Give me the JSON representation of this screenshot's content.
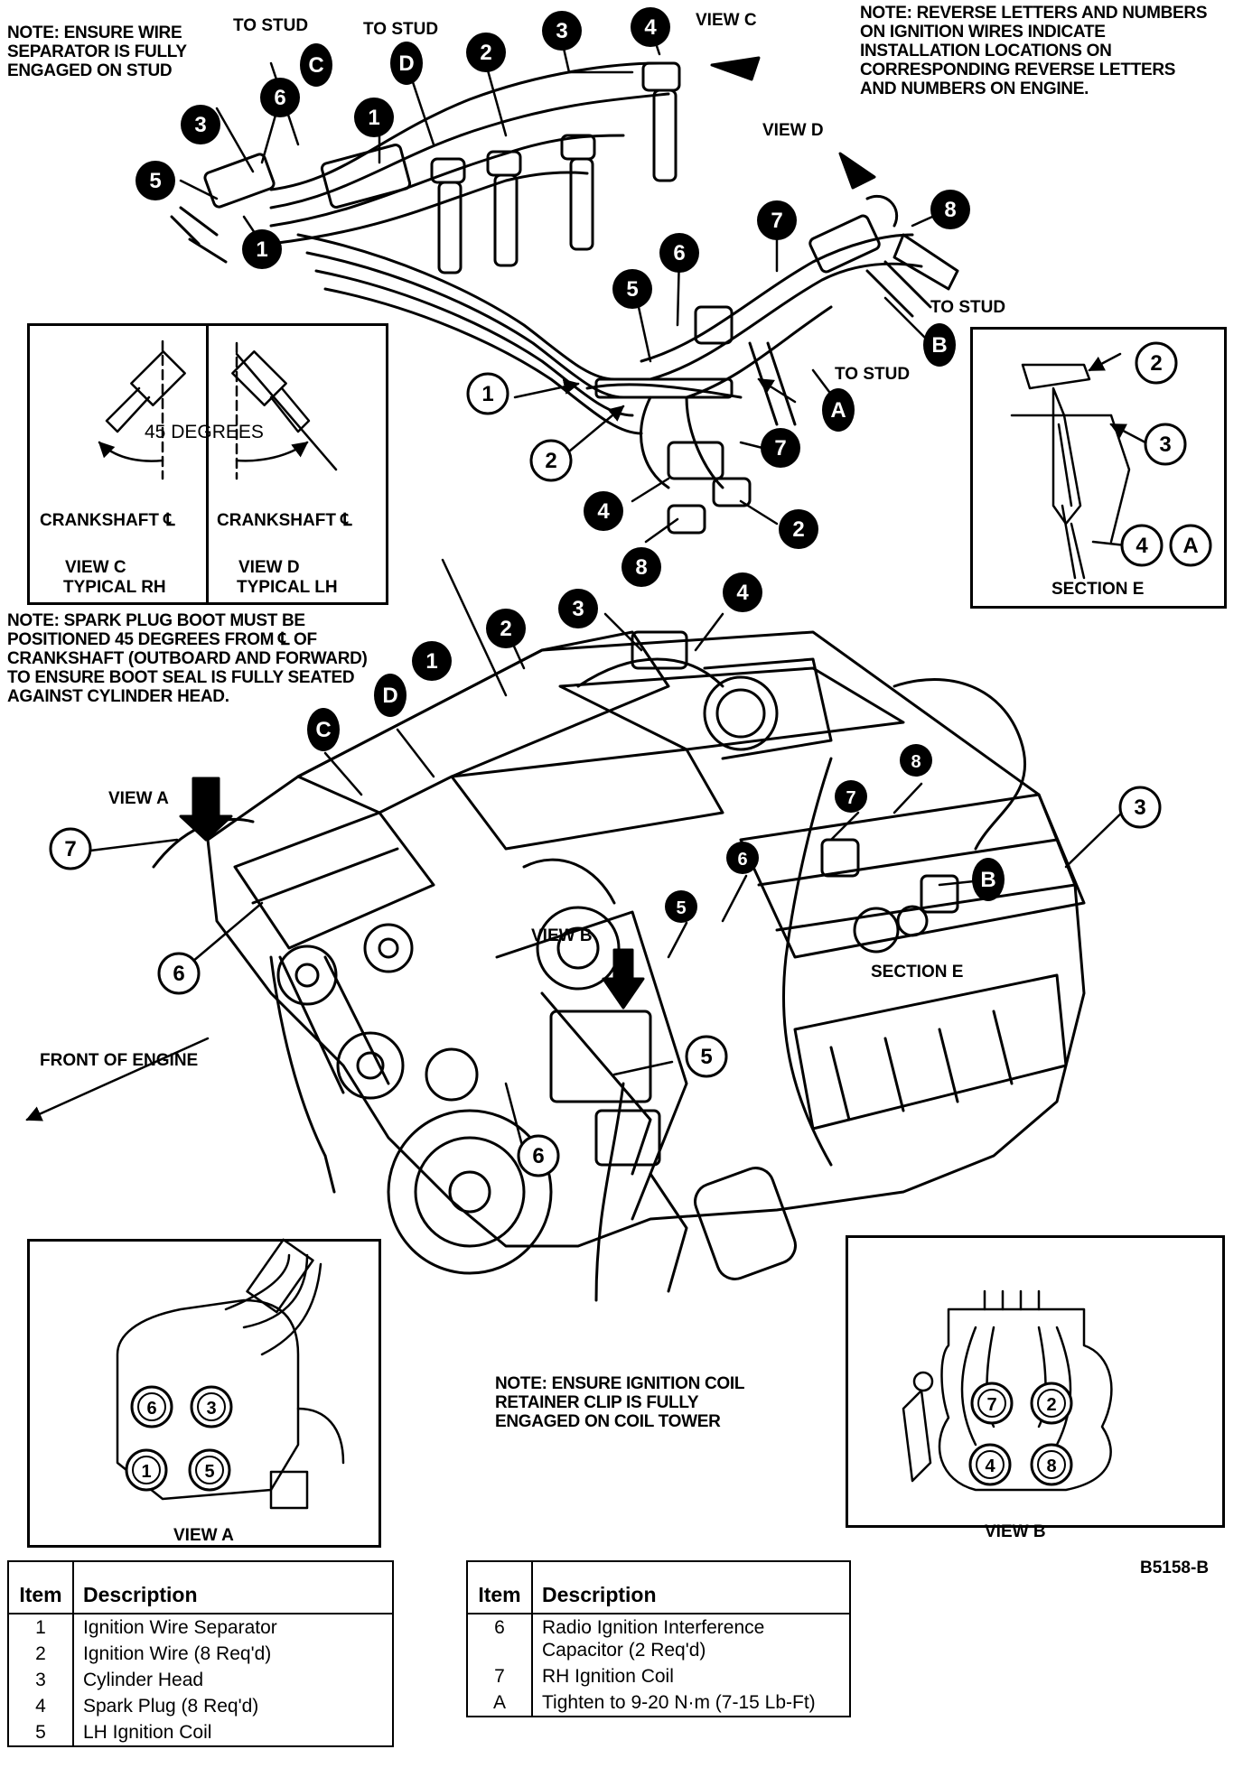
{
  "notes": {
    "wire_separator": "NOTE: ENSURE WIRE SEPARATOR IS FULLY ENGAGED ON STUD",
    "reverse_letters": "NOTE: REVERSE LETTERS AND NUMBERS ON IGNITION WIRES INDICATE INSTALLATION LOCATIONS ON CORRESPONDING REVERSE LETTERS AND NUMBERS ON ENGINE.",
    "spark_plug_boot": "NOTE: SPARK PLUG BOOT MUST BE POSITIONED 45 DEGREES FROM ℄ OF CRANKSHAFT (OUTBOARD AND FORWARD) TO ENSURE BOOT SEAL IS FULLY SEATED AGAINST CYLINDER HEAD.",
    "coil_retainer": "NOTE: ENSURE IGNITION COIL RETAINER CLIP IS FULLY ENGAGED ON COIL TOWER"
  },
  "labels": {
    "to_stud": "TO STUD",
    "view_c": "VIEW C",
    "view_d": "VIEW D",
    "view_a": "VIEW A",
    "view_b": "VIEW B",
    "section_e": "SECTION E",
    "front_of_engine": "FRONT OF ENGINE",
    "degrees": "45 DEGREES",
    "crankshaft": "CRANKSHAFT ℄",
    "view_c_caption": "VIEW C",
    "view_c_sub": "TYPICAL RH",
    "view_d_caption": "VIEW D",
    "view_d_sub": "TYPICAL LH",
    "figure_id": "B5158-B"
  },
  "table_left": {
    "header_item": "Item",
    "header_desc": "Description",
    "rows": [
      {
        "item": "1",
        "desc": "Ignition Wire Separator"
      },
      {
        "item": "2",
        "desc": "Ignition Wire (8 Req'd)"
      },
      {
        "item": "3",
        "desc": "Cylinder Head"
      },
      {
        "item": "4",
        "desc": "Spark Plug (8 Req'd)"
      },
      {
        "item": "5",
        "desc": "LH Ignition Coil"
      }
    ]
  },
  "table_right": {
    "header_item": "Item",
    "header_desc": "Description",
    "rows": [
      {
        "item": "6",
        "desc": "Radio Ignition Interference Capacitor (2 Req'd)"
      },
      {
        "item": "7",
        "desc": "RH Ignition Coil"
      },
      {
        "item": "A",
        "desc": "Tighten to 9-20 N·m (7-15 Lb-Ft)"
      }
    ]
  }
}
